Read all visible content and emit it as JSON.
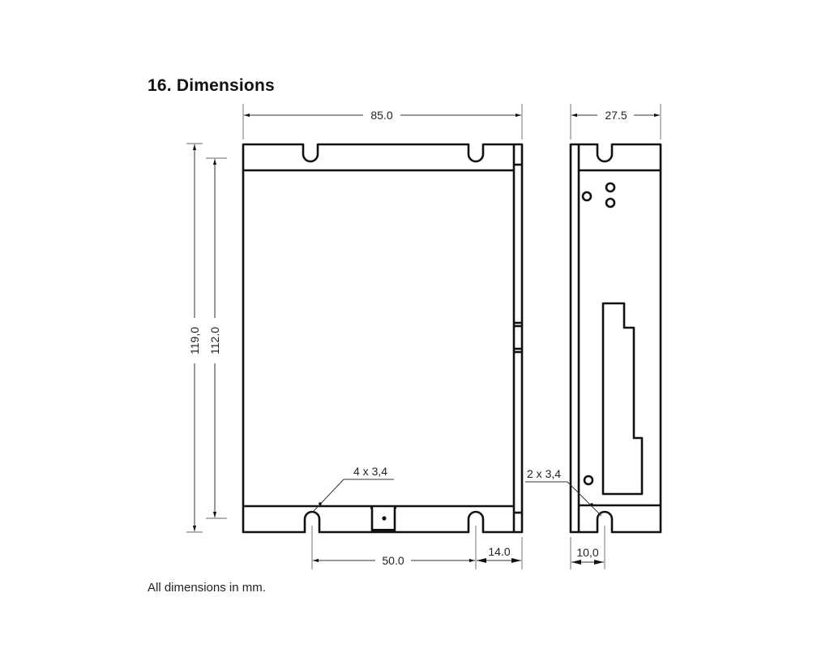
{
  "section": {
    "number": "16.",
    "title": "16.  Dimensions"
  },
  "front_view": {
    "width_label": "85.0",
    "height_outer_label": "119,0",
    "height_inner_label": "112.0",
    "hole_callout": "4 x 3,4",
    "hole_spacing_label": "50.0",
    "edge_offset_label": "14.0"
  },
  "side_view": {
    "depth_label": "27.5",
    "hole_callout": "2 x 3,4",
    "edge_offset_label": "10,0"
  },
  "footnote": "All dimensions in mm.",
  "colors": {
    "line": "#111111",
    "dimension_line": "#333333",
    "background": "#ffffff"
  }
}
